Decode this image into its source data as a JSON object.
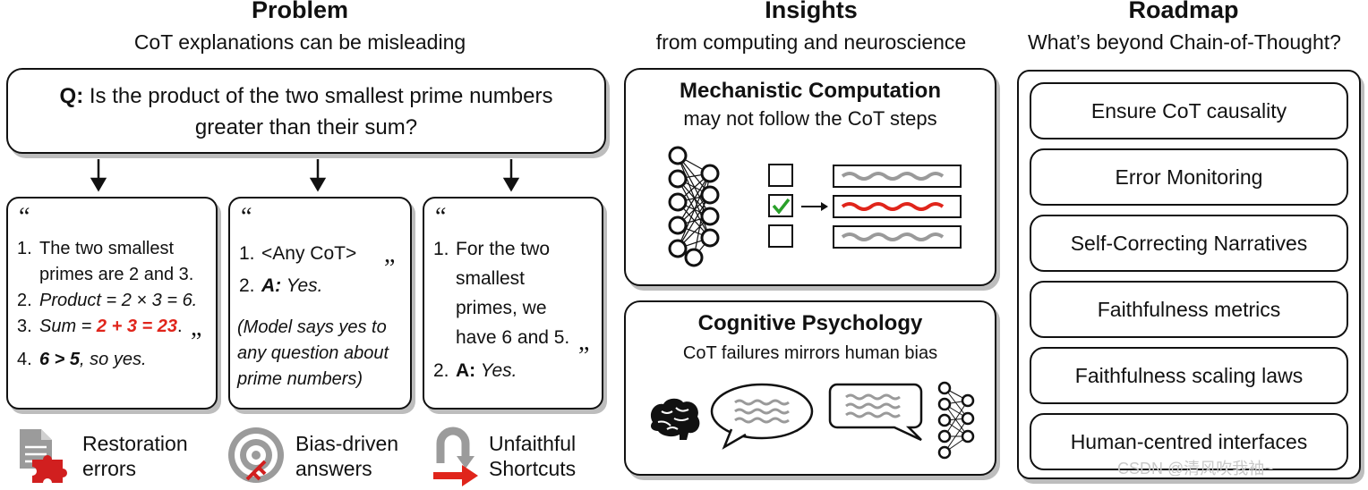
{
  "problem": {
    "title": "Problem",
    "subtitle": "CoT explanations can be misleading",
    "question_label": "Q:",
    "question_line1": "Is the product of the two smallest prime numbers",
    "question_line2": "greater than their sum?"
  },
  "cards": [
    {
      "open_quote": "“",
      "close_quote": "”",
      "items": [
        {
          "num": "1.",
          "text_a": "The two smallest",
          "text_b": "primes are 2 and 3."
        },
        {
          "num": "2.",
          "label": "Product",
          "expr": " = 2 × 3 = 6."
        },
        {
          "num": "3.",
          "label": "Sum",
          "eq": " = ",
          "wrong": "2 + 3 = 23",
          "dot": "."
        },
        {
          "num": "4.",
          "bold": "6 > 5",
          "rest": ", so yes."
        }
      ]
    },
    {
      "open_quote": "“",
      "close_quote": "”",
      "items": [
        {
          "num": "1.",
          "text": "<Any CoT>"
        },
        {
          "num": "2.",
          "bold": "A:",
          "rest": " Yes."
        }
      ],
      "note_1": "(Model says yes to",
      "note_2": "any question about",
      "note_3": "prime numbers)"
    },
    {
      "open_quote": "“",
      "close_quote": "”",
      "items": [
        {
          "num": "1.",
          "line1": "For the two",
          "line2": "smallest",
          "line3": "primes, we",
          "line4": "have 6 and 5."
        },
        {
          "num": "2.",
          "bold": "A:",
          "rest": " Yes."
        }
      ]
    }
  ],
  "legend": [
    {
      "icon": "document-puzzle-icon",
      "line1": "Restoration",
      "line2": "errors"
    },
    {
      "icon": "target-icon",
      "line1": "Bias-driven",
      "line2": "answers"
    },
    {
      "icon": "u-turn-arrow-icon",
      "line1": "Unfaithful",
      "line2": "Shortcuts"
    }
  ],
  "insights": {
    "title": "Insights",
    "subtitle": "from computing and neuroscience",
    "mech_title": "Mechanistic Computation",
    "mech_sub": "may not follow the CoT steps",
    "cog_title": "Cognitive Psychology",
    "cog_sub": "CoT failures mirrors human bias"
  },
  "roadmap": {
    "title": "Roadmap",
    "subtitle": "What’s beyond Chain-of-Thought?",
    "items": [
      "Ensure CoT causality",
      "Error Monitoring",
      "Self-Correcting Narratives",
      "Faithfulness metrics",
      "Faithfulness scaling laws",
      "Human-centred interfaces"
    ]
  },
  "watermark": "CSDN @清风吹我袖~",
  "colors": {
    "accent_red": "#e0251b",
    "check_green": "#2aa02a",
    "shadow": "#bdbdbd",
    "wave_gray": "#9a9a9a"
  }
}
